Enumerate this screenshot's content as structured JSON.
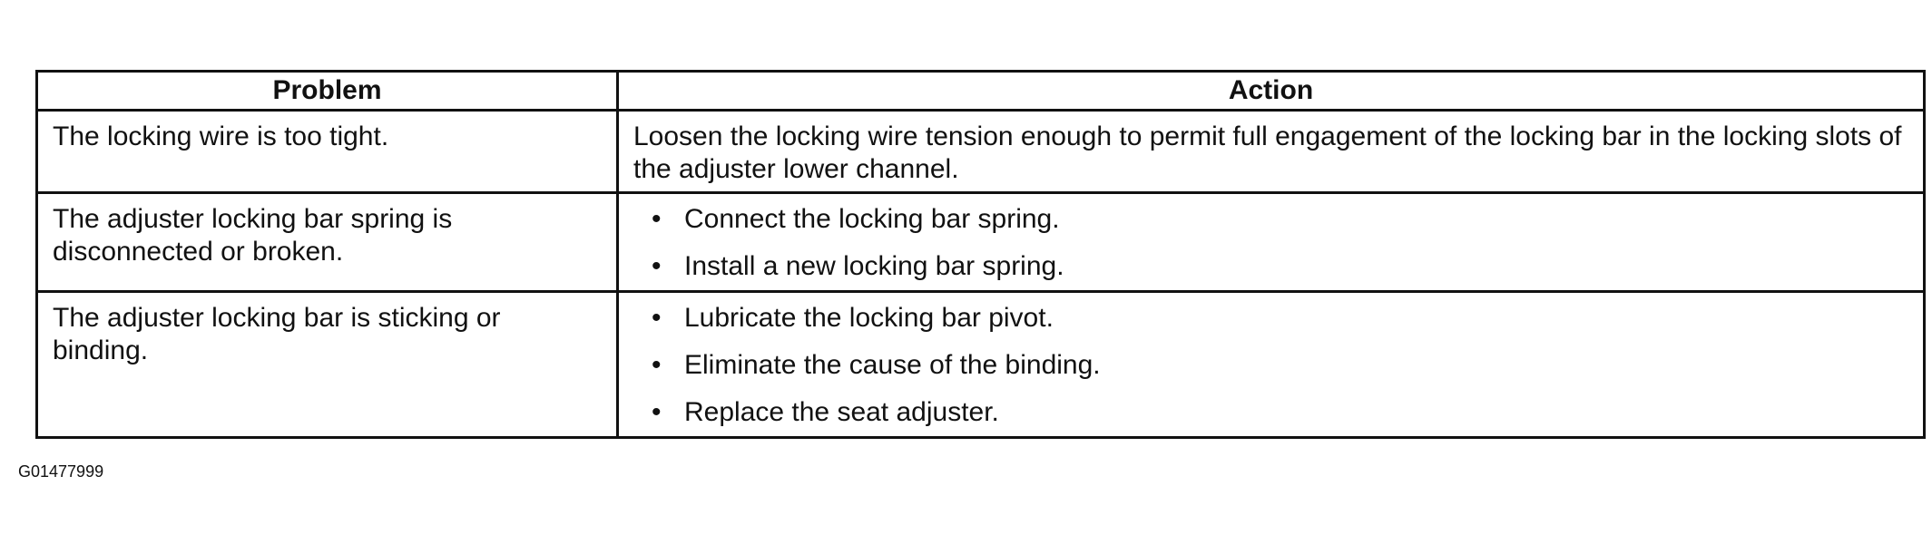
{
  "table": {
    "headers": {
      "problem": "Problem",
      "action": "Action"
    },
    "rows": [
      {
        "problem": "The locking wire is too tight.",
        "action_text": "Loosen the locking wire tension enough to permit full engagement of the locking bar in the locking slots of the adjuster lower channel."
      },
      {
        "problem": "The adjuster locking bar spring is disconnected or broken.",
        "actions": [
          "Connect the locking bar spring.",
          "Install a new locking bar spring."
        ]
      },
      {
        "problem": "The adjuster locking bar is sticking or binding.",
        "actions": [
          "Lubricate the locking bar pivot.",
          "Eliminate the cause of the binding.",
          "Replace the seat adjuster."
        ]
      }
    ]
  },
  "figure_id": "G01477999"
}
